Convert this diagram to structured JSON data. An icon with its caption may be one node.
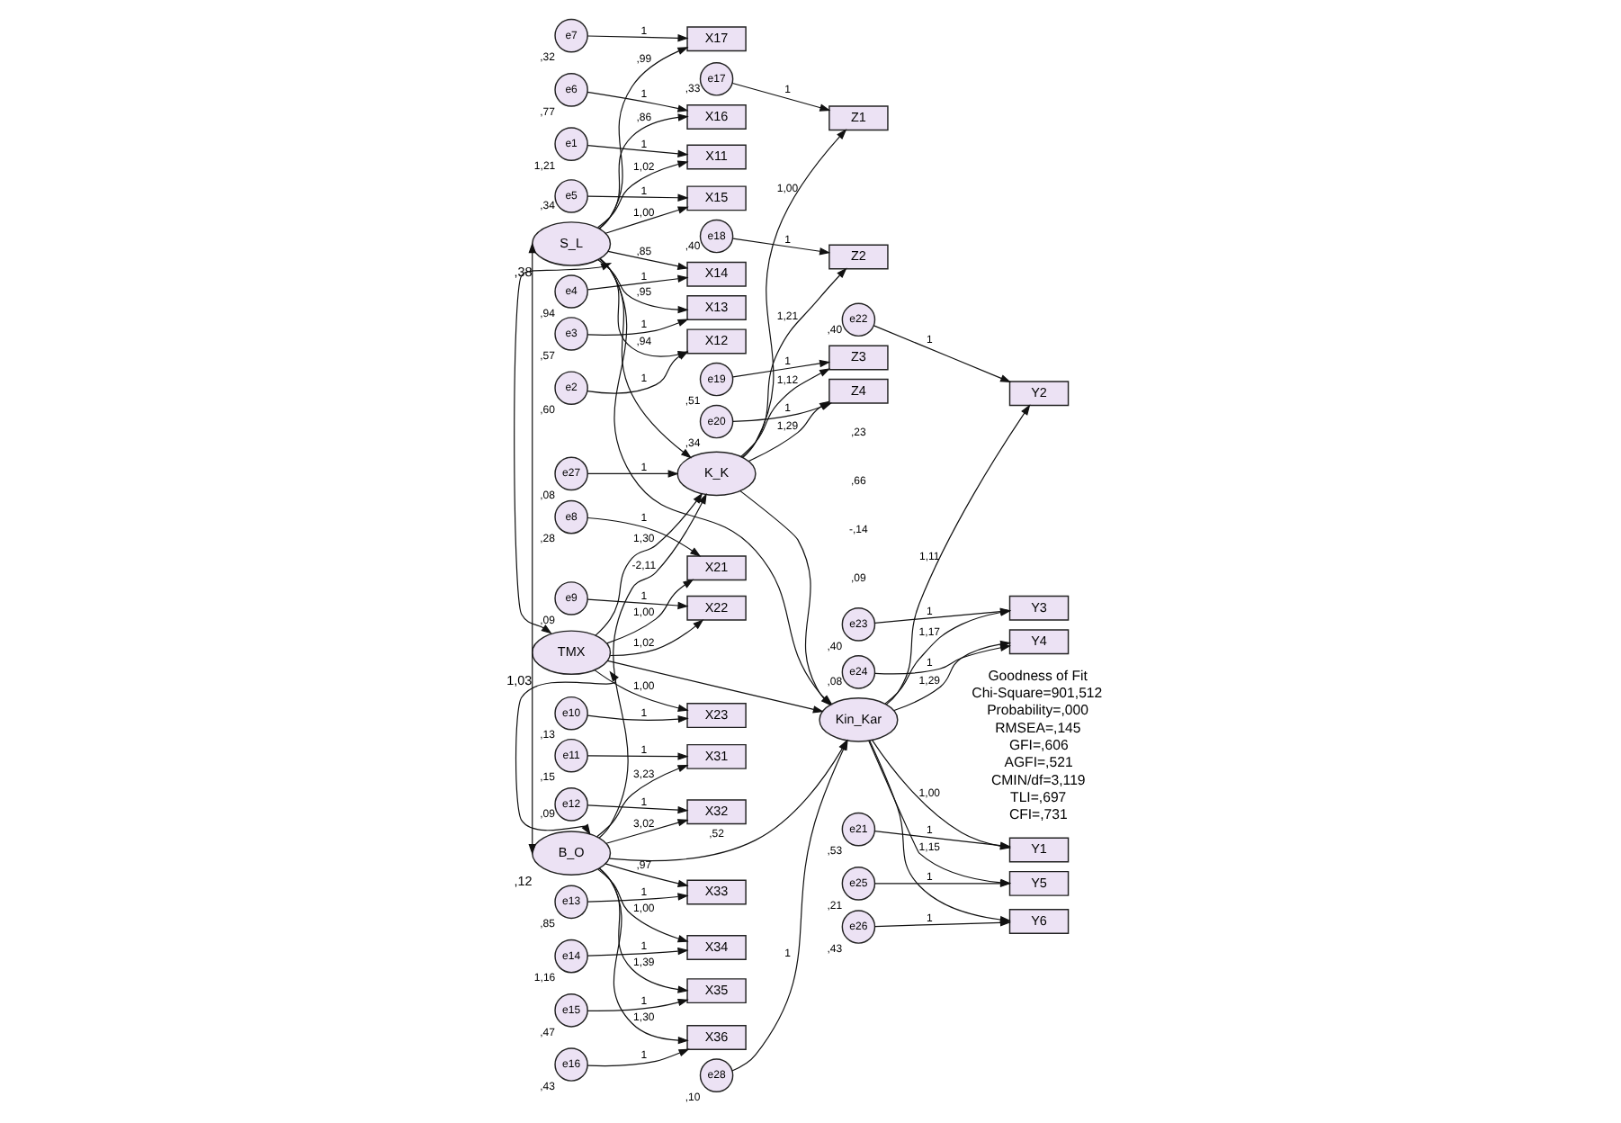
{
  "diagram": {
    "nodes": [
      {
        "text": [
          "e7"
        ],
        "beside": [
          ",32"
        ]
      },
      {
        "text": [
          "e6"
        ],
        "beside": [
          ",77"
        ]
      },
      {
        "text": [
          "e5"
        ],
        "beside": [
          ",34"
        ]
      },
      {
        "text": [
          "e4"
        ],
        "beside": [
          ",94"
        ]
      },
      {
        "text": [
          "e3"
        ],
        "beside": [
          ",57"
        ]
      },
      {
        "text": [
          "e2"
        ],
        "beside": [
          ",60"
        ]
      },
      {
        "text": [
          "e1"
        ],
        "beside": [
          "1,21"
        ]
      },
      {
        "text": [
          "X17"
        ]
      },
      {
        "text": [
          "X16"
        ]
      },
      {
        "text": [
          "X15"
        ]
      },
      {
        "text": [
          "X14"
        ]
      },
      {
        "text": [
          "X13"
        ]
      },
      {
        "text": [
          "X12"
        ]
      },
      {
        "text": [
          "X11"
        ]
      },
      {
        "text": [
          "S_L"
        ],
        "beside": [
          ",38"
        ]
      },
      {
        "text": [
          "e17"
        ],
        "beside": [
          ",33"
        ]
      },
      {
        "text": [
          "e18"
        ],
        "beside": [
          ",40"
        ]
      },
      {
        "text": [
          "e19"
        ],
        "beside": [
          ",51"
        ]
      },
      {
        "text": [
          "e20"
        ],
        "beside": [
          ",34"
        ]
      },
      {
        "text": [
          "Z1"
        ]
      },
      {
        "text": [
          "Z2"
        ]
      },
      {
        "text": [
          "Z3"
        ]
      },
      {
        "text": [
          "Z4"
        ]
      },
      {
        "text": [
          "e8"
        ],
        "beside": [
          ",28"
        ]
      },
      {
        "text": [
          "X21"
        ]
      },
      {
        "text": [
          "e9"
        ],
        "beside": [
          ",09"
        ]
      },
      {
        "text": [
          "X22"
        ]
      },
      {
        "text": [
          "e10"
        ],
        "beside": [
          ",13"
        ]
      },
      {
        "text": [
          "X23"
        ]
      },
      {
        "text": [
          "TMX"
        ],
        "beside": [
          "1,03"
        ]
      },
      {
        "text": [
          "K_K"
        ]
      },
      {
        "text": [
          "Kin_Kar"
        ]
      },
      {
        "text": [
          "Y1"
        ]
      },
      {
        "text": [
          "e21"
        ],
        "beside": [
          ",53"
        ]
      },
      {
        "text": [
          "Y2"
        ]
      },
      {
        "text": [
          "e22"
        ],
        "beside": [
          ",40"
        ]
      },
      {
        "text": [
          "Y3"
        ]
      },
      {
        "text": [
          "e23"
        ],
        "beside": [
          ",40"
        ]
      },
      {
        "text": [
          "Y4"
        ]
      },
      {
        "text": [
          "e24"
        ],
        "beside": [
          ",08"
        ]
      },
      {
        "text": [
          "e11"
        ],
        "beside": [
          ",15"
        ]
      },
      {
        "text": [
          "X31"
        ]
      },
      {
        "text": [
          "e12"
        ],
        "beside": [
          ",09"
        ]
      },
      {
        "text": [
          "X32"
        ]
      },
      {
        "text": [
          "e13"
        ],
        "beside": [
          ",85"
        ]
      },
      {
        "text": [
          "X33"
        ]
      },
      {
        "text": [
          "e14"
        ],
        "beside": [
          "1,16"
        ]
      },
      {
        "text": [
          "X34"
        ]
      },
      {
        "text": [
          "e15"
        ],
        "beside": [
          ",47"
        ]
      },
      {
        "text": [
          "X35"
        ]
      },
      {
        "text": [
          "e16"
        ],
        "beside": [
          ",43"
        ]
      },
      {
        "text": [
          "X36"
        ]
      },
      {
        "text": [
          "B_O"
        ],
        "beside": [
          ",12"
        ]
      },
      {
        "text": [
          "e27"
        ],
        "beside": [
          ",08"
        ]
      },
      {
        "text": [
          "e28"
        ],
        "beside": [
          ",10"
        ]
      },
      {
        "text": [
          "Y5"
        ]
      },
      {
        "text": [
          "e25"
        ],
        "beside": [
          ",21"
        ]
      },
      {
        "text": [
          "Y6"
        ]
      },
      {
        "text": [
          "e26"
        ],
        "beside": [
          ",43"
        ]
      }
    ],
    "edges": [
      {
        "from": 0,
        "to": 7,
        "arrow": "to",
        "label": "1"
      },
      {
        "from": 1,
        "to": 8,
        "arrow": "to",
        "label": "1"
      },
      {
        "from": 2,
        "to": 9,
        "arrow": "to",
        "label": "1"
      },
      {
        "from": 3,
        "to": 10,
        "arrow": "to",
        "label": "1"
      },
      {
        "from": 4,
        "to": 11,
        "arrow": "to",
        "label": "1"
      },
      {
        "from": 5,
        "to": 12,
        "arrow": "to",
        "label": "1"
      },
      {
        "from": 6,
        "to": 13,
        "arrow": "to",
        "label": "1"
      },
      {
        "from": 14,
        "to": 7,
        "arrow": "to",
        "label": ",99"
      },
      {
        "from": 14,
        "to": 8,
        "arrow": "to",
        "label": ",86"
      },
      {
        "from": 14,
        "to": 9,
        "arrow": "to",
        "label": "1,00"
      },
      {
        "from": 14,
        "to": 10,
        "arrow": "to",
        "label": ",85"
      },
      {
        "from": 14,
        "to": 11,
        "arrow": "to",
        "label": ",95"
      },
      {
        "from": 14,
        "to": 12,
        "arrow": "to",
        "label": ",94"
      },
      {
        "from": 14,
        "to": 13,
        "arrow": "to",
        "label": "1,02"
      },
      {
        "from": 15,
        "to": 19,
        "arrow": "to",
        "label": "1"
      },
      {
        "from": 16,
        "to": 20,
        "arrow": "to",
        "label": "1"
      },
      {
        "from": 17,
        "to": 21,
        "arrow": "to",
        "label": "1"
      },
      {
        "from": 18,
        "to": 22,
        "arrow": "to",
        "label": "1"
      },
      {
        "from": 30,
        "to": 19,
        "arrow": "to",
        "label": "1,00"
      },
      {
        "from": 30,
        "to": 20,
        "arrow": "to",
        "label": "1,21"
      },
      {
        "from": 30,
        "to": 21,
        "arrow": "to",
        "label": "1,12"
      },
      {
        "from": 30,
        "to": 22,
        "arrow": "to",
        "label": "1,29"
      },
      {
        "from": 23,
        "to": 24,
        "arrow": "to",
        "label": "1"
      },
      {
        "from": 25,
        "to": 26,
        "arrow": "to",
        "label": "1"
      },
      {
        "from": 27,
        "to": 28,
        "arrow": "to",
        "label": "1"
      },
      {
        "from": 29,
        "to": 24,
        "arrow": "to",
        "label": "1,00"
      },
      {
        "from": 29,
        "to": 26,
        "arrow": "to",
        "label": "1,02"
      },
      {
        "from": 29,
        "to": 28,
        "arrow": "to",
        "label": "1,00"
      },
      {
        "from": 40,
        "to": 41,
        "arrow": "to",
        "label": "1"
      },
      {
        "from": 42,
        "to": 43,
        "arrow": "to",
        "label": "1"
      },
      {
        "from": 44,
        "to": 45,
        "arrow": "to",
        "label": "1"
      },
      {
        "from": 46,
        "to": 47,
        "arrow": "to",
        "label": "1"
      },
      {
        "from": 48,
        "to": 49,
        "arrow": "to",
        "label": "1"
      },
      {
        "from": 50,
        "to": 51,
        "arrow": "to",
        "label": "1"
      },
      {
        "from": 52,
        "to": 41,
        "arrow": "to",
        "label": "3,23"
      },
      {
        "from": 52,
        "to": 43,
        "arrow": "to",
        "label": "3,02"
      },
      {
        "from": 52,
        "to": 45,
        "arrow": "to",
        "label": ",97"
      },
      {
        "from": 52,
        "to": 47,
        "arrow": "to",
        "label": "1,00"
      },
      {
        "from": 52,
        "to": 49,
        "arrow": "to",
        "label": "1,39"
      },
      {
        "from": 52,
        "to": 51,
        "arrow": "to",
        "label": "1,30"
      },
      {
        "from": 29,
        "to": 30,
        "arrow": "to",
        "label": "1,30"
      },
      {
        "from": 52,
        "to": 30,
        "arrow": "to",
        "label": "-2,11"
      },
      {
        "from": 14,
        "to": 30,
        "arrow": "to"
      },
      {
        "from": 14,
        "to": 31,
        "arrow": "to"
      },
      {
        "from": 29,
        "to": 31,
        "arrow": "to"
      },
      {
        "from": 30,
        "to": 31,
        "arrow": "to"
      },
      {
        "from": 52,
        "to": 31,
        "arrow": "to",
        "label": ",52"
      },
      {
        "from": 53,
        "to": 30,
        "arrow": "to",
        "label": "1"
      },
      {
        "from": 54,
        "to": 31,
        "arrow": "to",
        "label": "1"
      },
      {
        "from": 31,
        "to": 32,
        "arrow": "to",
        "label": "1,00"
      },
      {
        "from": 31,
        "to": 34,
        "arrow": "to",
        "label": "1,11"
      },
      {
        "from": 31,
        "to": 36,
        "arrow": "to",
        "label": "1,17"
      },
      {
        "from": 31,
        "to": 38,
        "arrow": "to",
        "label": "1,29"
      },
      {
        "from": 31,
        "to": 55,
        "arrow": "to",
        "label": "1,15"
      },
      {
        "from": 31,
        "to": 57,
        "arrow": "to"
      },
      {
        "from": 33,
        "to": 32,
        "arrow": "to",
        "label": "1"
      },
      {
        "from": 35,
        "to": 34,
        "arrow": "to",
        "label": "1"
      },
      {
        "from": 37,
        "to": 36,
        "arrow": "to",
        "label": "1"
      },
      {
        "from": 39,
        "to": 38,
        "arrow": "to",
        "label": "1"
      },
      {
        "from": 56,
        "to": 55,
        "arrow": "to",
        "label": "1"
      },
      {
        "from": 58,
        "to": 57,
        "arrow": "to",
        "label": "1"
      },
      {
        "from": 14,
        "to": 29,
        "arrow": "both"
      },
      {
        "from": 29,
        "to": 52,
        "arrow": "both"
      },
      {
        "from": 14,
        "to": 52,
        "arrow": "both"
      }
    ],
    "labels": [
      ",23",
      ",66",
      "-,14",
      ",09",
      "Goodness of Fit",
      "Chi-Square=901,512",
      "Probability=,000",
      "RMSEA=,145",
      "GFI=,606",
      "AGFI=,521",
      "CMIN/df=3,119",
      "TLI=,697",
      "CFI=,731"
    ]
  }
}
